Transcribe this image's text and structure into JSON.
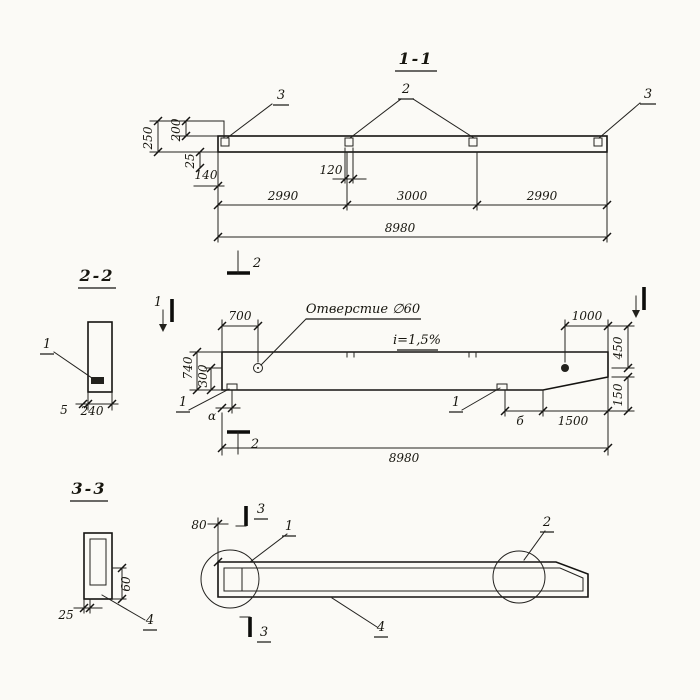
{
  "section_top": {
    "title": "1-1",
    "pos_left": "3",
    "pos_mid": "2",
    "pos_right": "3",
    "dim_250": "250",
    "dim_200": "200",
    "dim_25": "25",
    "dim_140": "140",
    "dim_120": "120",
    "dim_span1": "2990",
    "dim_span2": "3000",
    "dim_span3": "2990",
    "dim_total": "8980"
  },
  "section_22": {
    "title": "2-2",
    "pos_plate": "1",
    "dim_5": "5",
    "dim_240": "240"
  },
  "elevation": {
    "hole_note": "Отверстие ∅60",
    "slope_note": "i=1,5%",
    "cut2_top": "2",
    "cut2_bottom": "2",
    "cut1_left": "1",
    "pos_plate_left": "1",
    "pos_plate_right": "1",
    "dim_700": "700",
    "dim_1000": "1000",
    "dim_740": "740",
    "dim_300": "300",
    "dim_450": "450",
    "dim_150": "150",
    "dim_alpha": "α",
    "dim_b": "б",
    "dim_1500": "1500",
    "dim_total": "8980"
  },
  "section_33": {
    "title": "3-3",
    "pos_4": "4",
    "dim_60": "60",
    "dim_25": "25"
  },
  "plan": {
    "cut3_top": "3",
    "cut3_bottom": "3",
    "pos_1": "1",
    "pos_2": "2",
    "pos_4": "4",
    "dim_80": "80"
  }
}
